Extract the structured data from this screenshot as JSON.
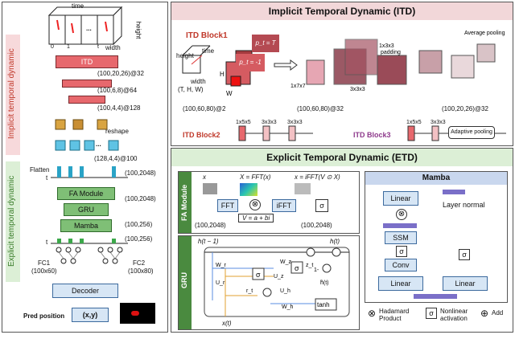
{
  "left": {
    "axis_time": "time",
    "axis_height": "height",
    "axis_width": "width",
    "tick_0": "0",
    "tick_1": "1",
    "tick_t": "t",
    "tick_dots": "...",
    "itd_label": "ITD",
    "shape_1": "(100,20,26)@32",
    "shape_2": "(100,6,8)@64",
    "shape_3": "(100,4,4)@128",
    "reshape": "reshape",
    "shape_4": "(128,4,4)@100",
    "flatten": "Flatten",
    "dots": "...",
    "shape_5": "(100,2048)",
    "t_mark": "t",
    "fa_module": "FA Module",
    "shape_6": "(100,2048)",
    "gru": "GRU",
    "mamba": "Mamba",
    "shape_7": "(100,256)",
    "shape_8": "(100,256)",
    "fc1": "FC1",
    "fc1_dim": "(100x60)",
    "fc2": "FC2",
    "fc2_dim": "(100x80)",
    "decoder": "Decoder",
    "pred_position": "Pred position",
    "xy": "(x,y)",
    "implicit_side": "Implicit temporal dynamic",
    "explicit_side": "Explicit temporal dynamic"
  },
  "itd": {
    "title": "Implicit Temporal Dynamic (ITD)",
    "block1": "ITD Block1",
    "p_t_T": "p_t = T",
    "p_t_neg": "p_t = -1",
    "kernel_1": "1x7x7",
    "kernel_2": "3x3x3",
    "padding": "padding",
    "padding_k": "1x3x3",
    "avg_pool": "Average pooling",
    "axis_T": "T",
    "axis_H": "H",
    "axis_W": "W",
    "axis_height": "height",
    "axis_width": "width",
    "axis_time": "time",
    "axis_tuple": "(T, H, W)",
    "shape_in": "(100,60,80)@2",
    "shape_mid": "(100,60,80)@32",
    "shape_out": "(100,20,26)@32",
    "block2": "ITD Block2",
    "b2_k1": "1x5x5",
    "b2_k2": "3x3x3",
    "b2_k3": "3x3x3",
    "block3": "ITD Block3",
    "b3_k1": "1x5x5",
    "b3_k2": "3x3x3",
    "adaptive_pool": "Adaptive pooling"
  },
  "etd": {
    "title": "Explicit Temporal Dynamic (ETD)",
    "fa_side": "FA Module",
    "x": "x",
    "fft_eq": "X = FFT(x)",
    "ifft_eq": "x = iFFT(V ⊙ X)",
    "fft": "FFT",
    "ifft": "iFFT",
    "sigma": "σ",
    "v_eq": "V = a + bi",
    "dim_in": "(100,2048)",
    "dim_out": "(100,2048)",
    "gru_side": "GRU",
    "h_prev": "h(t − 1)",
    "h_t": "h(t)",
    "x_t": "x(t)",
    "wz": "W_z",
    "uz": "U_z",
    "wr": "W_r",
    "ur": "U_r",
    "wh": "W_h",
    "uh": "U_h",
    "zt": "z_t",
    "rt": "r_t",
    "h_tilde": "h̃(t)",
    "one_minus": "1-",
    "tanh": "tanh",
    "mamba_title": "Mamba",
    "linear": "Linear",
    "ssm": "SSM",
    "conv": "Conv",
    "layer_normal": "Layer normal",
    "legend_hadamard": "Hadamard Product",
    "legend_nonlinear": "Nonlinear activation",
    "legend_add": "Add"
  }
}
